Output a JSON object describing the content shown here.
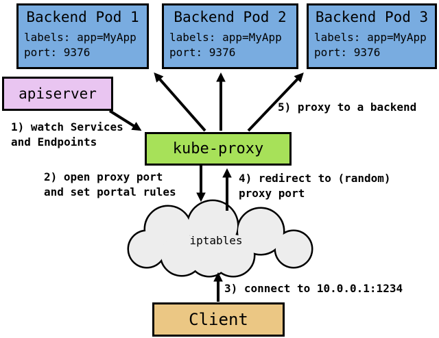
{
  "pods": [
    {
      "title": "Backend Pod 1",
      "labels_line": "labels: app=MyApp",
      "port_line": "port: 9376"
    },
    {
      "title": "Backend Pod 2",
      "labels_line": "labels: app=MyApp",
      "port_line": "port: 9376"
    },
    {
      "title": "Backend Pod 3",
      "labels_line": "labels: app=MyApp",
      "port_line": "port: 9376"
    }
  ],
  "nodes": {
    "apiserver": "apiserver",
    "kube_proxy": "kube-proxy",
    "iptables": "iptables",
    "client": "Client"
  },
  "annotations": {
    "step1": [
      "1) watch Services",
      "and Endpoints"
    ],
    "step2": [
      "2) open proxy port",
      "and set portal rules"
    ],
    "step3": [
      "3) connect to 10.0.0.1:1234"
    ],
    "step4": [
      "4) redirect to (random)",
      "proxy port"
    ],
    "step5": [
      "5) proxy to a backend"
    ]
  },
  "colors": {
    "pod-fill": "#79ACE0",
    "apiserver-fill": "#E9C5F1",
    "kube-proxy-fill": "#A7E159",
    "client-fill": "#EBC784",
    "cloud-fill": "#EDEDED",
    "line": "#000000"
  }
}
